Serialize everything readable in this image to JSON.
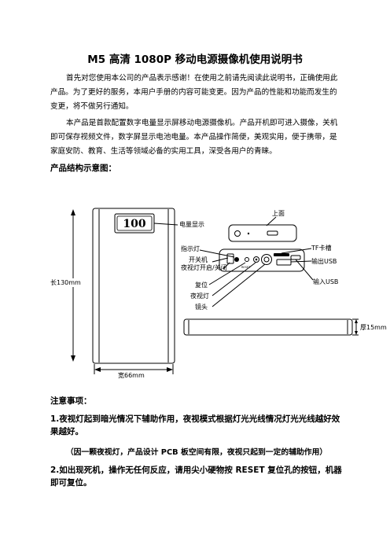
{
  "title": "M5 高清 1080P 移动电源摄像机使用说明书",
  "intro": "首先对您使用本公司的产品表示感谢！在使用之前请先阅读此说明书，正确使用此产品。为了更好的服务，本用户手册的内容可能变更。因为产品的性能和功能而发生的变更，将不做另行通知。",
  "description": "本产品是首款配置数字电量显示屏移动电源摄像机。产品开机即可进入摄像，关机即可保存视频文件，数字屏显示电池电量。本产品操作简便，美观实用，便于携带，是家庭安防、教育、生活等领域必备的实用工具，深受各用户的青睐。",
  "structure_heading": "产品结构示意图：",
  "diagram": {
    "display_value": "100",
    "labels": {
      "battery_display": "电量显示",
      "top_face": "上面",
      "indicator": "指示灯",
      "tf_slot": "TF卡槽",
      "power_switch": "开关机",
      "night_light_switch": "夜视灯开启/关闭",
      "output_usb": "输出USB",
      "input_usb": "输入USB",
      "reset": "复位",
      "night_light": "夜视灯",
      "lens": "镜头",
      "length": "长130mm",
      "width": "宽66mm",
      "thickness": "厚15mm",
      "reset_small": "RESET"
    }
  },
  "notes_heading": "注意事项：",
  "note1": "1.夜视灯起到暗光情况下辅助作用，夜视模式根据灯光光线情况灯光光线越好效果越好。",
  "note1_sub": "（因一颗夜视灯，产品设计 PCB 板空间有限，夜视只起到一定的辅助作用）",
  "note2": "2.如出现死机，操作无任何反应，请用尖小硬物按 RESET 复位孔的按钮，机器即可复位。"
}
